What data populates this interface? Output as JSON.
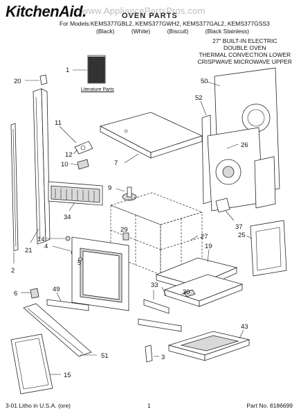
{
  "header": {
    "brand": "KitchenAid.",
    "watermark": "www.AppliancePartsPros.com",
    "title": "OVEN PARTS",
    "models_line": "For Models:KEMS377GBL2, KEMS377GWH2, KEMS377GAL2, KEMS377GSS3",
    "variants": [
      "(Black)",
      "(White)",
      "(Biscuit)",
      "(Black Stainless)"
    ],
    "description": "27\" BUILT-IN ELECTRIC\nDOUBLE OVEN\nTHERMAL CONVECTION LOWER\nCRISPWAVE MICROWAVE UPPER"
  },
  "literature_label": "Literature Parts",
  "callouts": [
    "1",
    "2",
    "3",
    "4",
    "5",
    "6",
    "7",
    "9",
    "10",
    "11",
    "12",
    "14",
    "15",
    "19",
    "20",
    "21",
    "25",
    "26",
    "27",
    "29",
    "30",
    "33",
    "34",
    "37",
    "43",
    "49",
    "50",
    "51",
    "52"
  ],
  "footer": {
    "left": "3-01 Litho in U.S.A. (ore)",
    "page": "1",
    "part_number": "Part No. 8186699"
  }
}
